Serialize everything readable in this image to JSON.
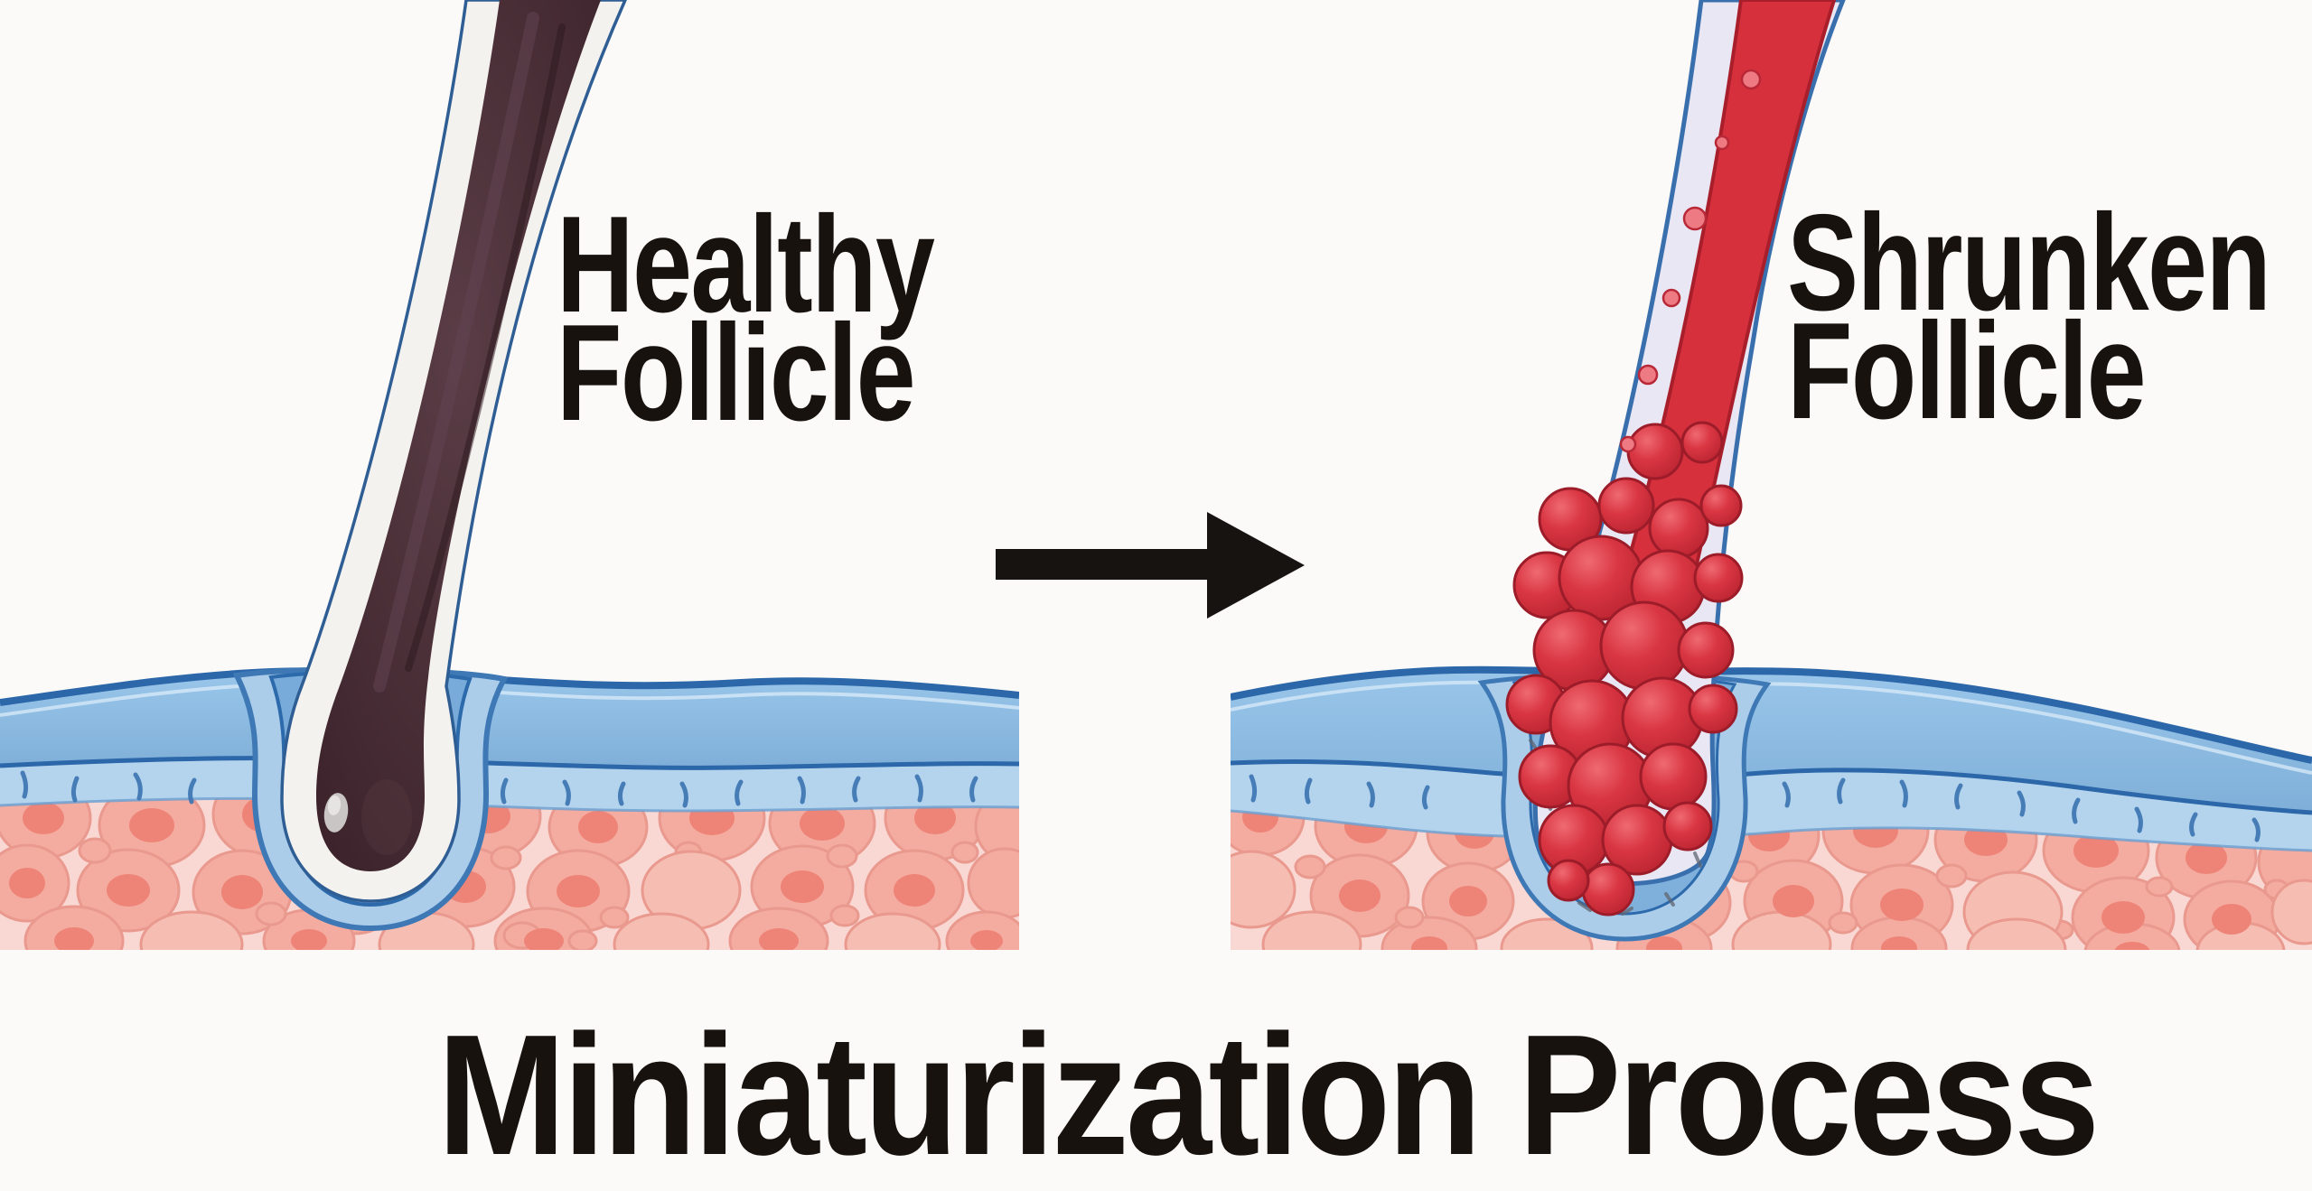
{
  "title": "Miniaturization Process",
  "labels": {
    "healthy": {
      "line1": "Healthy",
      "line2": "Follicle"
    },
    "shrunken": {
      "line1": "Shrunken",
      "line2": "Follicle"
    }
  },
  "arrow": {
    "direction": "right",
    "meaning": "transition from healthy follicle to shrunken follicle"
  },
  "palette": {
    "background": "#fbfaf8",
    "text": "#18120e",
    "arrow": "#161311",
    "epidermis_fill": "#8cbde4",
    "epidermis_outline": "#2b67a9",
    "dermis_texture_fill": "#b4d4ee",
    "dermis_texture_marks": "#3b74b2",
    "fat_background": "#f9d7d2",
    "fat_cell": "#f4aba0",
    "fat_cell_nucleus": "#ee8477",
    "healthy_hair": "#412730",
    "follicle_sheath_white": "#f4f2ef",
    "follicle_sheath_blue": "#78abd9",
    "shrunken_sheath": "#e8e7f3",
    "shrunken_cells_red": "#d5303c"
  }
}
